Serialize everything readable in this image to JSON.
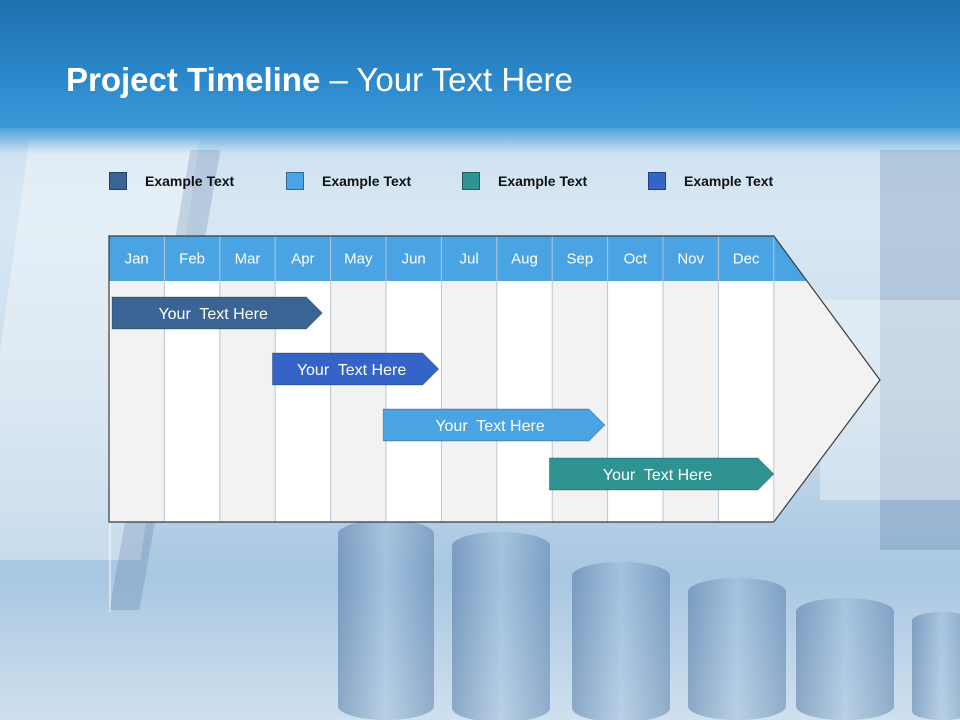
{
  "header": {
    "title_bold": "Project Timeline",
    "title_rest": " – Your Text Here"
  },
  "legend": [
    {
      "label": "Example Text",
      "color": "#3a6494"
    },
    {
      "label": "Example Text",
      "color": "#4aa3e3"
    },
    {
      "label": "Example Text",
      "color": "#2f9391"
    },
    {
      "label": "Example Text",
      "color": "#3464c8"
    }
  ],
  "timeline": {
    "months": [
      "Jan",
      "Feb",
      "Mar",
      "Apr",
      "May",
      "Jun",
      "Jul",
      "Aug",
      "Sep",
      "Oct",
      "Nov",
      "Dec"
    ],
    "header_color": "#4aa3e3",
    "tasks": [
      {
        "label": "Your  Text Here",
        "start": 0.0,
        "end": 3.85,
        "color": "#3a6494"
      },
      {
        "label": "Your  Text Here",
        "start": 2.95,
        "end": 5.95,
        "color": "#3464c8"
      },
      {
        "label": "Your  Text Here",
        "start": 4.95,
        "end": 8.95,
        "color": "#4aa3e3"
      },
      {
        "label": "Your  Text Here",
        "start": 7.95,
        "end": 12.0,
        "color": "#2f9391"
      }
    ]
  }
}
